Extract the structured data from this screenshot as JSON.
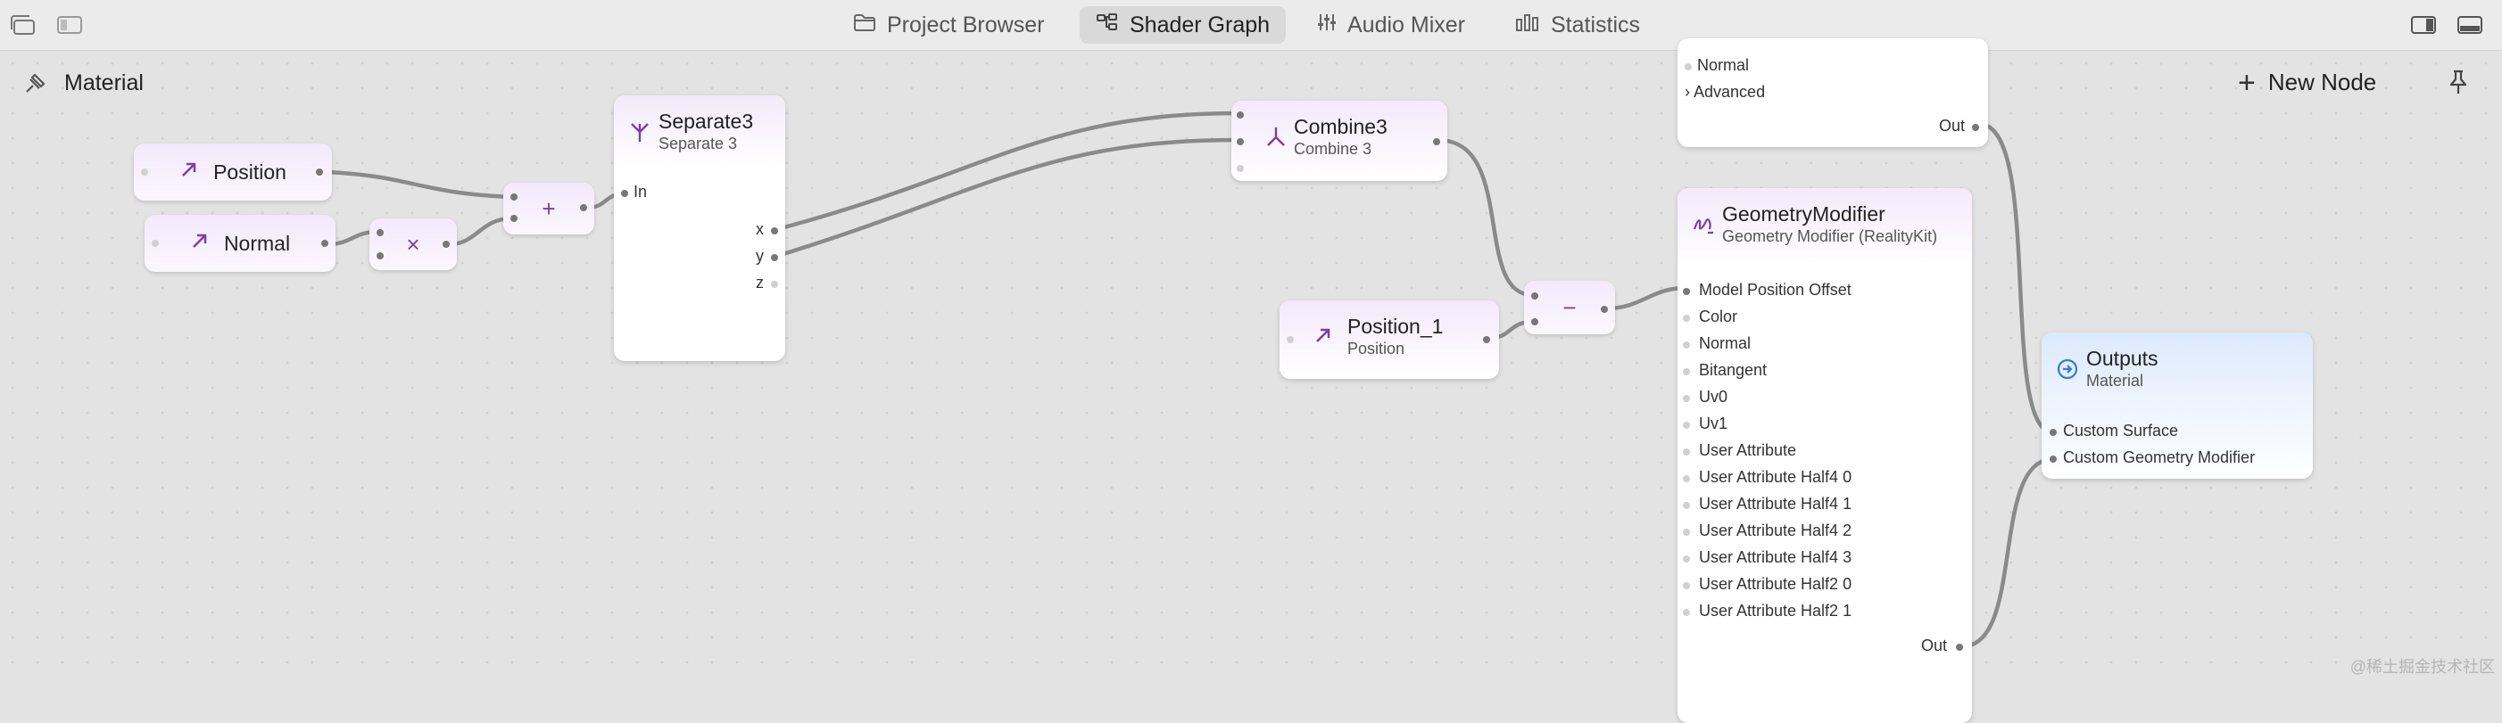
{
  "toolbar": {
    "tabs": [
      {
        "label": "Project Browser",
        "icon": "folder-icon"
      },
      {
        "label": "Shader Graph",
        "icon": "graph-icon",
        "active": true
      },
      {
        "label": "Audio Mixer",
        "icon": "sliders-icon"
      },
      {
        "label": "Statistics",
        "icon": "bar-chart-icon"
      }
    ]
  },
  "canvas": {
    "material_label": "Material",
    "new_node_label": "New Node"
  },
  "nodes": {
    "position": {
      "title": "Position"
    },
    "normal": {
      "title": "Normal"
    },
    "add": {
      "symbol": "+"
    },
    "multiply": {
      "symbol": "×"
    },
    "separate3": {
      "title": "Separate3",
      "subtitle": "Separate 3",
      "input": "In",
      "outputs": [
        "x",
        "y",
        "z"
      ]
    },
    "combine3": {
      "title": "Combine3",
      "subtitle": "Combine 3"
    },
    "subtract": {
      "symbol": "−"
    },
    "position_1": {
      "title": "Position_1",
      "subtitle": "Position"
    },
    "top_partial": {
      "rows": [
        "Normal",
        "Advanced"
      ],
      "out": "Out"
    },
    "geometry_modifier": {
      "title": "GeometryModifier",
      "subtitle": "Geometry Modifier (RealityKit)",
      "inputs": [
        "Model Position Offset",
        "Color",
        "Normal",
        "Bitangent",
        "Uv0",
        "Uv1",
        "User Attribute",
        "User Attribute Half4 0",
        "User Attribute Half4 1",
        "User Attribute Half4 2",
        "User Attribute Half4 3",
        "User Attribute Half2 0",
        "User Attribute Half2 1"
      ],
      "out": "Out"
    },
    "outputs": {
      "title": "Outputs",
      "subtitle": "Material",
      "inputs": [
        "Custom Surface",
        "Custom Geometry Modifier"
      ]
    }
  },
  "watermark": "@稀土掘金技术社区",
  "colors": {
    "accent_purple": "#7a3ea8",
    "outputs_blue": "#2f7bd8",
    "wire": "#8a8a8a"
  }
}
